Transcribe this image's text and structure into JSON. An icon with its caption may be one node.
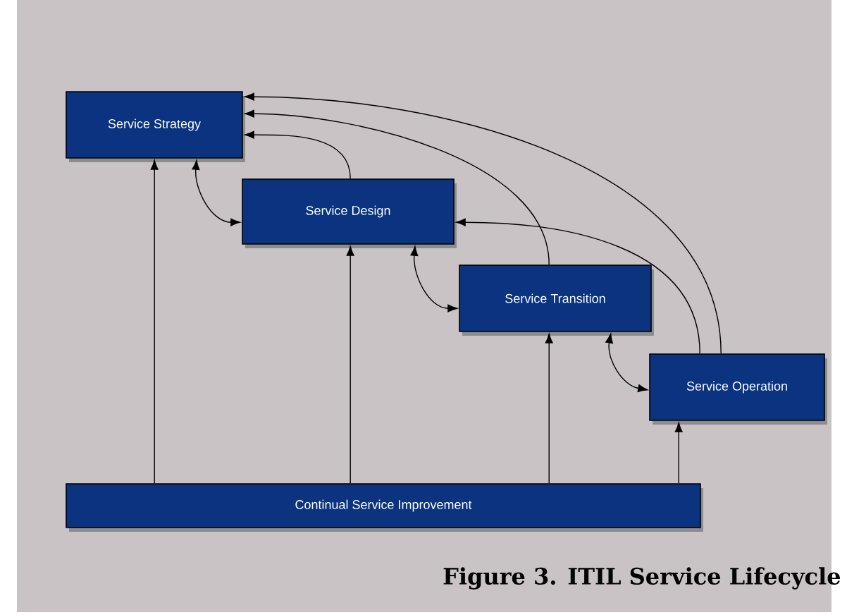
{
  "diagram": {
    "caption": "Figure 3. ITIL  Service Lifecycle",
    "nodes": [
      {
        "text": [
          "Service Strategy"
        ]
      },
      {
        "text": [
          "Service Design"
        ]
      },
      {
        "text": [
          "Service Transition"
        ]
      },
      {
        "text": [
          "Service Operation"
        ]
      },
      {
        "text": [
          "Continual Service Improvement"
        ]
      }
    ],
    "edges": [
      {
        "from": 4,
        "to": 0,
        "arrow": "to"
      },
      {
        "from": 4,
        "to": 1,
        "arrow": "to"
      },
      {
        "from": 4,
        "to": 2,
        "arrow": "to"
      },
      {
        "from": 4,
        "to": 3,
        "arrow": "to"
      },
      {
        "from": 0,
        "to": 1,
        "arrow": "both"
      },
      {
        "from": 1,
        "to": 2,
        "arrow": "both"
      },
      {
        "from": 2,
        "to": 3,
        "arrow": "both"
      },
      {
        "from": 1,
        "to": 0,
        "arrow": "to"
      },
      {
        "from": 2,
        "to": 0,
        "arrow": "to"
      },
      {
        "from": 3,
        "to": 0,
        "arrow": "to"
      },
      {
        "from": 3,
        "to": 1,
        "arrow": "to"
      }
    ]
  }
}
